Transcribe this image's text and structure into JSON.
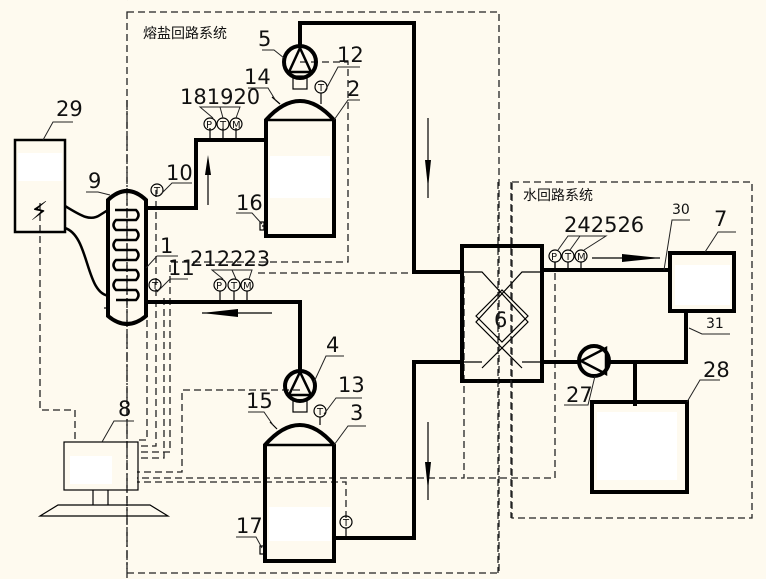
{
  "diagram": {
    "systems": {
      "molten_salt_loop": "熔盐回路系统",
      "water_loop": "水回路系统"
    },
    "labels": {
      "heater": "1",
      "hot_tank": "2",
      "cold_tank": "3",
      "cold_pump": "4",
      "hot_pump": "5",
      "heat_exchanger": "6",
      "water_tank": "7",
      "controller": "8",
      "heater_coil": "9",
      "heater_outlet_temp": "10",
      "heater_inlet_temp": "11",
      "hot_tank_temp": "12",
      "cold_tank_temp": "13",
      "hot_tank_vent": "14",
      "cold_tank_vent": "15",
      "hot_tank_drain": "16",
      "cold_tank_drain": "17",
      "hot_gauges": "181920",
      "cold_gauges": "212223",
      "water_pump": "27",
      "water_reservoir": "28",
      "power_supply": "29",
      "water_gauges": "242526",
      "water_inlet_pipe": "30",
      "water_outlet_pipe": "31"
    },
    "gauge_letters": {
      "pressure": "P",
      "temperature": "T",
      "flow": "M"
    },
    "power_symbol": "⚡"
  }
}
